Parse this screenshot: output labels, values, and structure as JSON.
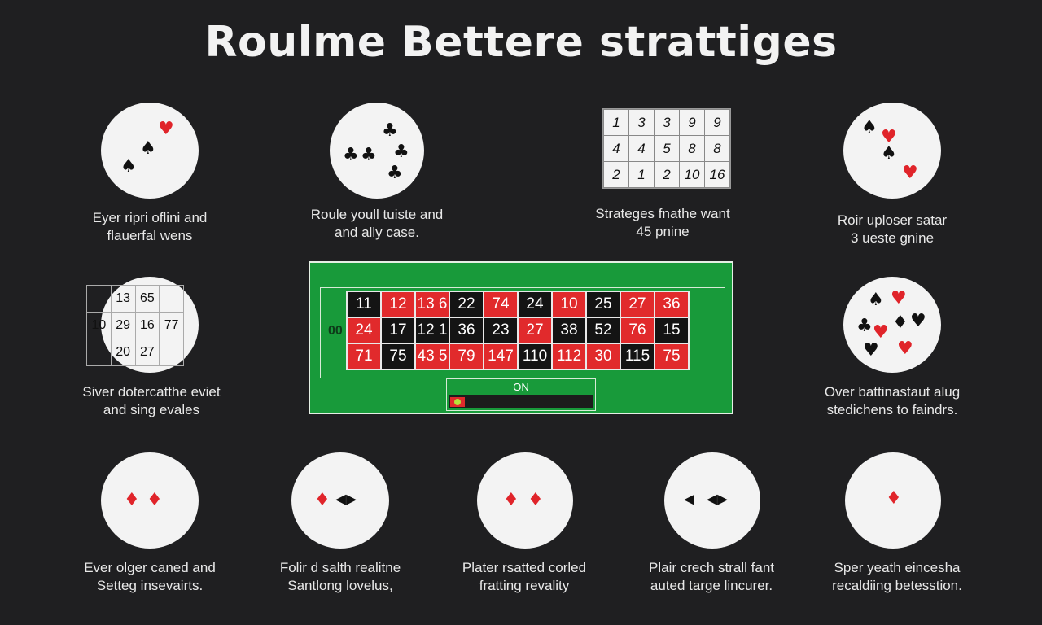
{
  "title": "Roulme Bettere strattiges",
  "captions": [
    [
      "Eyer ripri oflini and",
      "flauerfal wens"
    ],
    [
      "Roule youll tuiste and",
      "and ally case."
    ],
    [
      "Strateges fnathe want",
      "45 pnine"
    ],
    [
      "Roir uploser satar",
      "3 ueste gnine"
    ],
    [
      "Siver dotercatthe eviet",
      "and sing evales"
    ],
    [
      "Over battinastaut alug",
      "stedichens to faindrs."
    ],
    [
      "Ever olger caned and",
      "Setteg insevairts."
    ],
    [
      "Folir d salth realitne",
      "Santlong lovelus,"
    ],
    [
      "Plater rsatted corled",
      "fratting revality"
    ],
    [
      "Plair crech strall fant",
      "auted targe lincurer."
    ],
    [
      "Sper yeath eincesha",
      "recaldiing betesstion."
    ]
  ],
  "number_grid": [
    [
      "1",
      "3",
      "3",
      "9",
      "9"
    ],
    [
      "4",
      "4",
      "5",
      "8",
      "8"
    ],
    [
      "2",
      "1",
      "2",
      "10",
      "16"
    ]
  ],
  "circle_grid": [
    [
      "",
      "13",
      "65",
      ""
    ],
    [
      "10",
      "29",
      "16",
      "77"
    ],
    [
      "",
      "20",
      "27",
      ""
    ]
  ],
  "roulette": {
    "rows": [
      [
        "11",
        "12",
        "13 6",
        "22",
        "74",
        "24",
        "10",
        "25",
        "27",
        "36"
      ],
      [
        "24",
        "17",
        "12 1",
        "36",
        "23",
        "27",
        "38",
        "52",
        "76",
        "15"
      ],
      [
        "71",
        "75",
        "43 5",
        "79",
        "147",
        "110",
        "112",
        "30",
        "115",
        "75"
      ]
    ],
    "colors": [
      [
        "b",
        "r",
        "r",
        "b",
        "r",
        "b",
        "r",
        "b",
        "r",
        "r"
      ],
      [
        "r",
        "b",
        "b",
        "b",
        "b",
        "r",
        "b",
        "b",
        "r",
        "b"
      ],
      [
        "r",
        "b",
        "r",
        "r",
        "r",
        "b",
        "r",
        "r",
        "b",
        "r"
      ]
    ],
    "zero_label": "00",
    "on_label": "ON"
  },
  "suits": {
    "heart": "♥",
    "spade": "♠",
    "club": "♣",
    "diamond": "♦"
  }
}
